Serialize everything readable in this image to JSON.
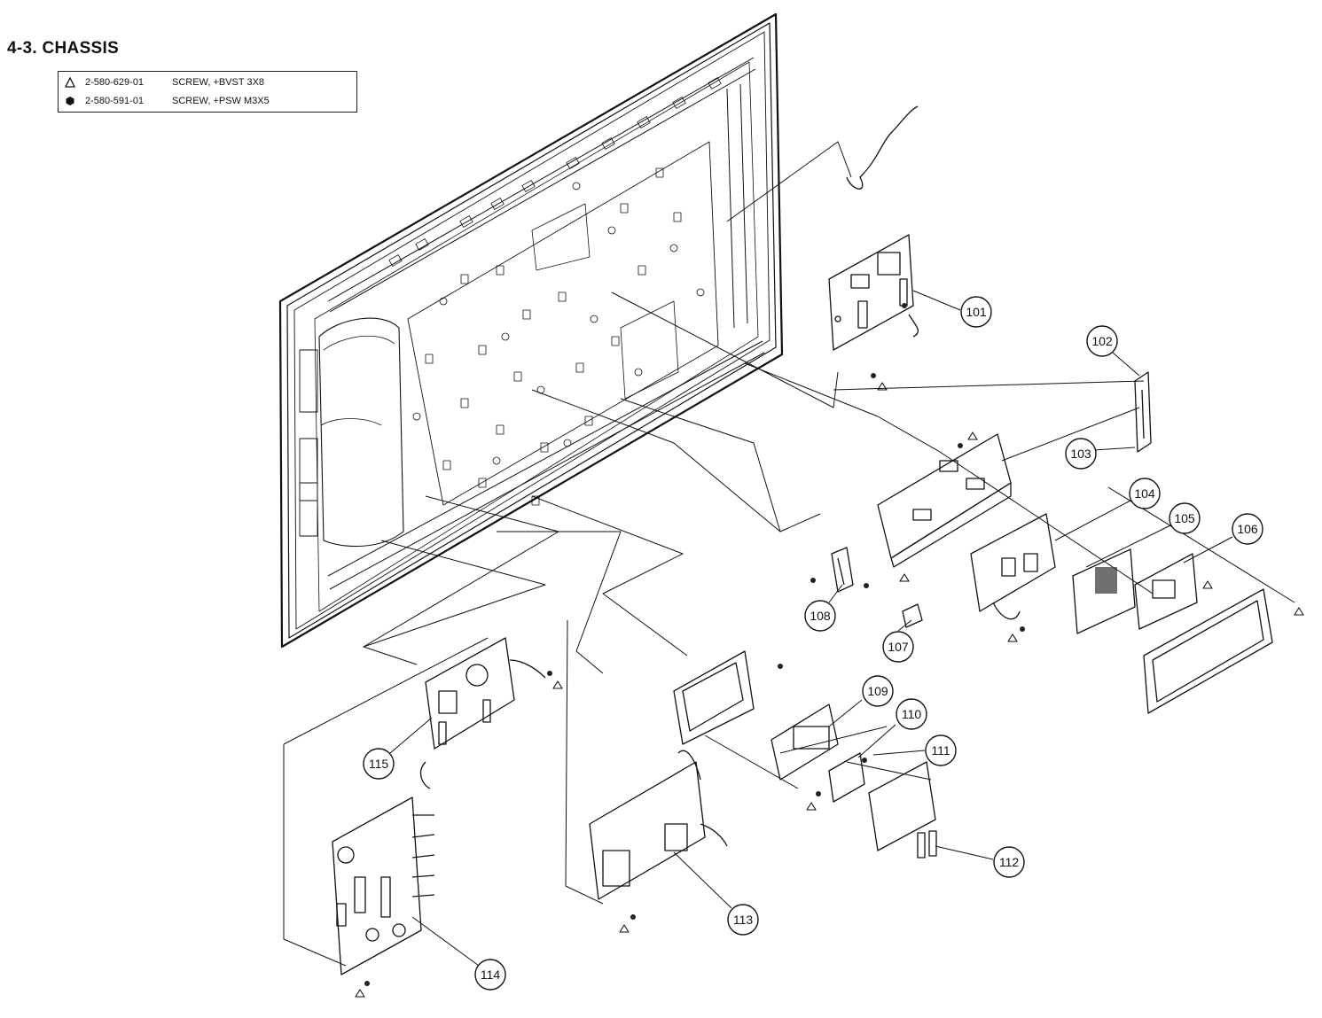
{
  "title": "4-3.  CHASSIS",
  "legend": [
    {
      "symbol": "triangle",
      "part_number": "2-580-629-01",
      "description": "SCREW, +BVST 3X8"
    },
    {
      "symbol": "hexagon",
      "part_number": "2-580-591-01",
      "description": "SCREW, +PSW M3X5"
    }
  ],
  "callouts": {
    "c101": "101",
    "c102": "102",
    "c103": "103",
    "c104": "104",
    "c105": "105",
    "c106": "106",
    "c107": "107",
    "c108": "108",
    "c109": "109",
    "c110": "110",
    "c111": "111",
    "c112": "112",
    "c113": "113",
    "c114": "114",
    "c115": "115"
  }
}
